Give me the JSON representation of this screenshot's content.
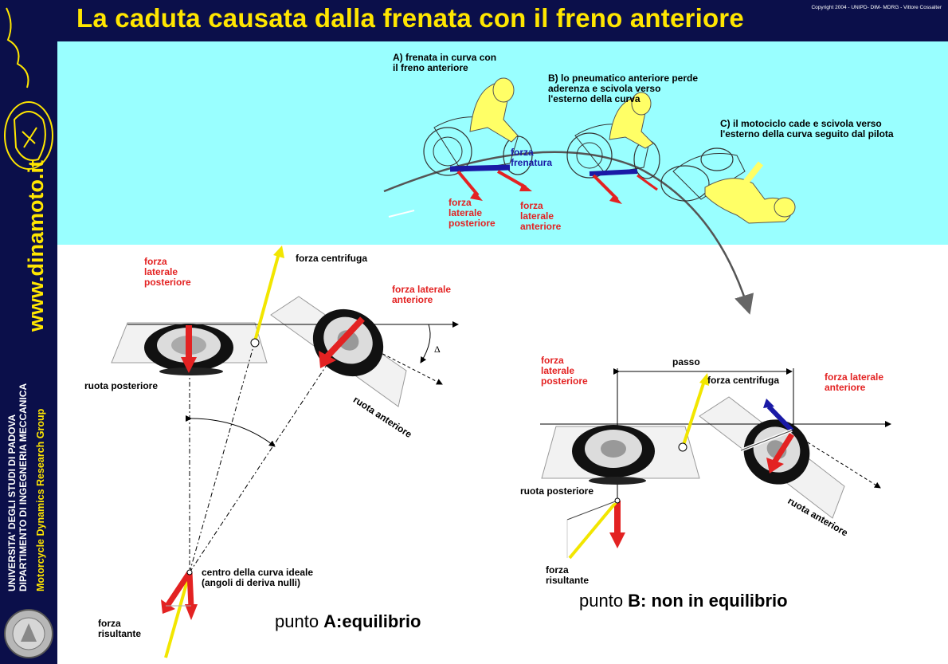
{
  "title": "La caduta causata dalla frenata con il freno anteriore",
  "copyright": "Copyright 2004 - UNIPD- DIM- MDRG - Vittore Cossalter",
  "sidebar": {
    "website": "www.dinamoto.it",
    "university_line1": "UNIVERSITA' DEGLI STUDI DI PADOVA",
    "university_line2": "DIPARTIMENTO DI INGEGNERIA MECCANICA",
    "group": "Motorcycle Dynamics Research Group"
  },
  "top": {
    "step_a": "A) frenata in curva con\nil freno anteriore",
    "step_b": "B) lo pneumatico anteriore perde\naderenza e scivola verso\nl'esterno della curva",
    "step_c": "C) il motociclo cade e scivola verso\nl'esterno della curva seguito dal pilota",
    "braking_force": "forza\nfrenatura",
    "rear_lateral_force": "forza\nlaterale\nposteriore",
    "front_lateral_force": "forza\nlaterale\nanteriore"
  },
  "left_diagram": {
    "rear_lateral_force": "forza\nlaterale\nposteriore",
    "centrifugal_force": "forza centrifuga",
    "front_lateral_force": "forza laterale\nanteriore",
    "delta": "Δ",
    "rear_wheel": "ruota posteriore",
    "front_wheel": "ruota anteriore",
    "curve_center": "centro della curva ideale\n(angoli di deriva nulli)",
    "resultant_force": "forza\nrisultante",
    "point_prefix": "punto ",
    "point_name": "A:equilibrio"
  },
  "right_diagram": {
    "rear_lateral_force": "forza\nlaterale\nposteriore",
    "wheelbase": "passo",
    "centrifugal_force": "forza centrifuga",
    "front_lateral_force": "forza laterale\nanteriore",
    "rear_wheel": "ruota posteriore",
    "front_wheel": "ruota anteriore",
    "resultant_force": "forza\nrisultante",
    "point_prefix": "punto ",
    "point_name": "B: non in equilibrio"
  },
  "colors": {
    "navy": "#0b0f4a",
    "yellow_title": "#ffe600",
    "sky": "#99ffff",
    "force_red": "#e32222",
    "force_yellow": "#f2e600",
    "force_blue": "#1a1aa6"
  }
}
